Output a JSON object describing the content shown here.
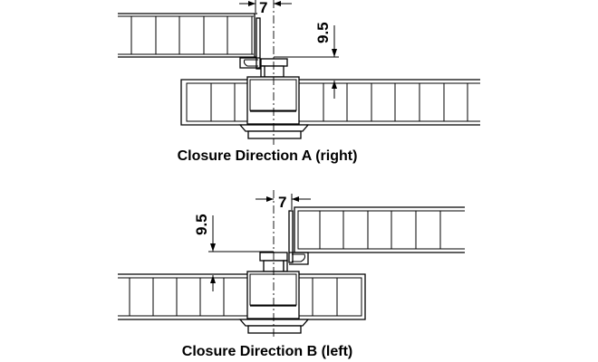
{
  "diagram_a": {
    "caption": "Closure Direction A (right)",
    "offset_dim": "7",
    "height_dim": "9.5"
  },
  "diagram_b": {
    "caption": "Closure Direction B (left)",
    "offset_dim": "7",
    "height_dim": "9.5"
  }
}
